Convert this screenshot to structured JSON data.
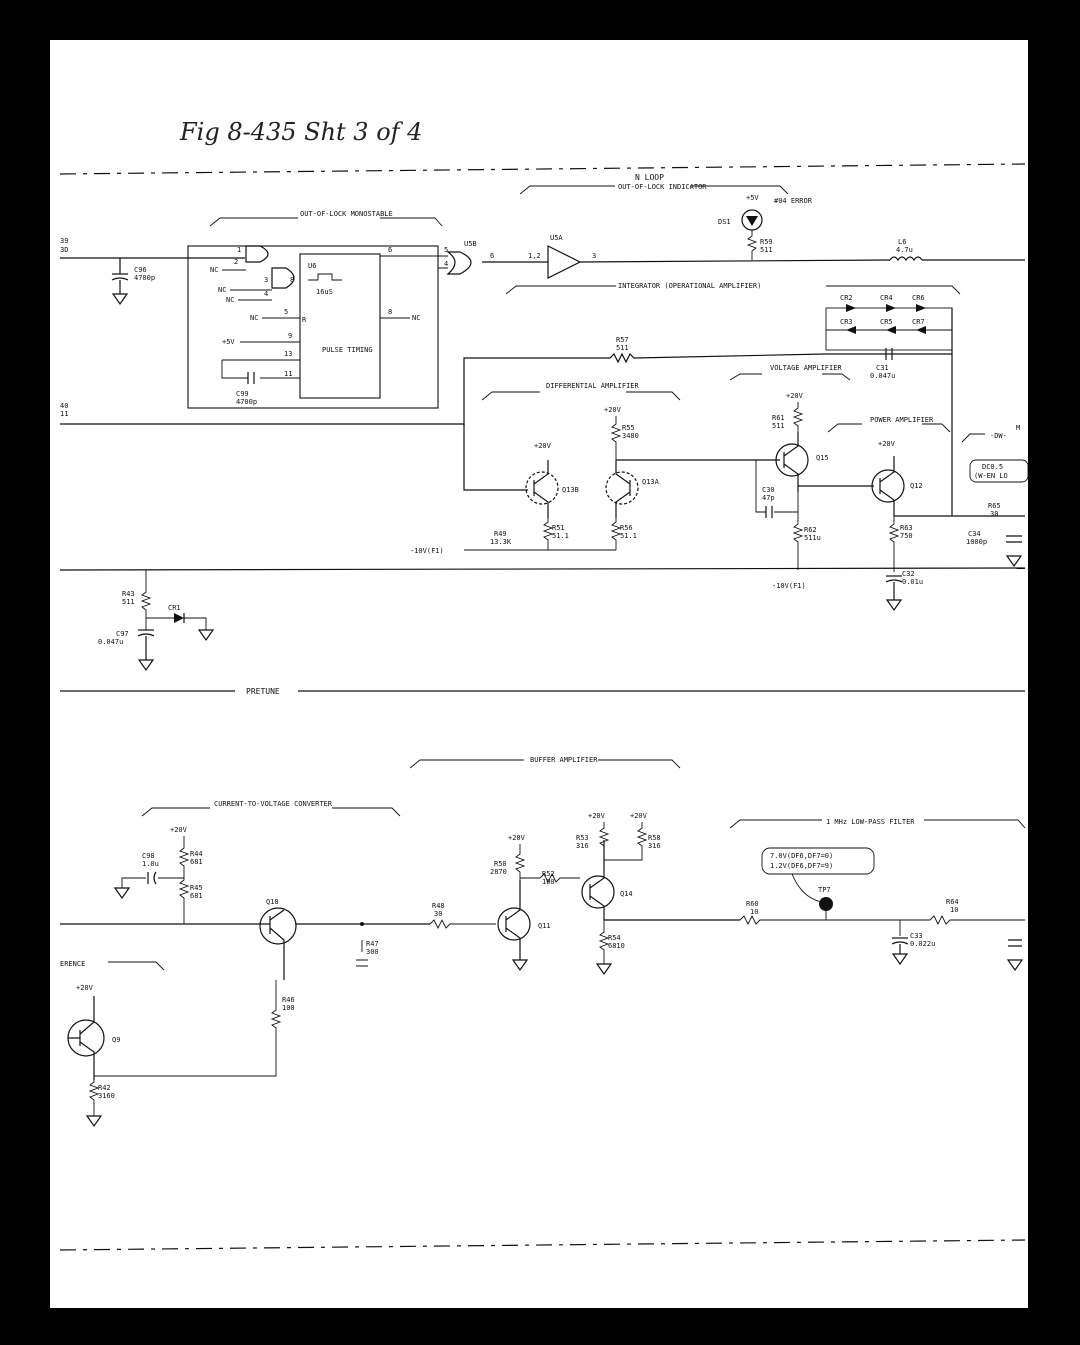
{
  "sheet": {
    "handwritten_note": "Fig 8-435  Sht 3 of 4",
    "section_labels": {
      "n_loop": "N LOOP",
      "out_of_lock_indicator": "OUT-OF-LOCK INDICATOR",
      "out_of_lock_monostable": "OUT-OF-LOCK MONOSTABLE",
      "integrator": "INTEGRATOR (OPERATIONAL AMPLIFIER)",
      "differential_amplifier": "DIFFERENTIAL AMPLIFIER",
      "voltage_amplifier": "VOLTAGE AMPLIFIER",
      "power_amplifier": "POWER AMPLIFIER",
      "pretune": "PRETUNE",
      "buffer_amplifier": "BUFFER AMPLIFIER",
      "current_to_voltage": "CURRENT-TO-VOLTAGE CONVERTER",
      "low_pass_filter": "1 MHz LOW-PASS FILTER",
      "reference": "ERENCE"
    },
    "edge_labels": {
      "in39": "39",
      "in39b": "3D",
      "in40": "40",
      "in40b": "11",
      "right_top_1": "M",
      "right_top_2": "-DW-",
      "right_box_1": "DC0.5",
      "right_box_2": "(W-EN LO"
    },
    "components": {
      "c96": "C96",
      "c96v": "4700p",
      "u5b": "U5B",
      "u5a": "U5A",
      "u6": "U6",
      "u6_pulse": "16uS",
      "pulse_timing": "PULSE TIMING",
      "c99": "C99",
      "c99v": "4700p",
      "ds1": "DS1",
      "error": "#04 ERROR",
      "plus5": "+5V",
      "r59": "R59",
      "r59v": "511",
      "l6": "L6",
      "l6v": "4.7u",
      "cr2": "CR2",
      "cr3": "CR3",
      "cr4": "CR4",
      "cr5": "CR5",
      "cr6": "CR6",
      "cr7": "CR7",
      "r57": "R57",
      "r57v": "511",
      "c31": "C31",
      "c31v": "0.047u",
      "r55": "R55",
      "r55v": "3480",
      "r61": "R61",
      "r61v": "511",
      "q15": "Q15",
      "q12": "Q12",
      "q13a": "Q13A",
      "q13b": "Q13B",
      "c30": "C30",
      "c30v": "47p",
      "r51": "R51",
      "r51v": "51.1",
      "r56": "R56",
      "r56v": "51.1",
      "r49": "R49",
      "r49v": "13.3K",
      "neg10": "-10V(F1)",
      "r62": "R62",
      "r62v": "511u",
      "r63": "R63",
      "r63v": "750",
      "r65": "R65",
      "r65v": "30",
      "c34": "C34",
      "c34v": "1000p",
      "c32": "C32",
      "c32v": "0.01u",
      "r43": "R43",
      "r43v": "511",
      "cr1": "CR1",
      "c97": "C97",
      "c97v": "0.047u",
      "plus20": "+20V",
      "r44": "R44",
      "r44v": "681",
      "r45": "R45",
      "r45v": "681",
      "c98": "C98",
      "c98v": "1.0u",
      "q10": "Q10",
      "r48": "R48",
      "r48v": "30",
      "r47": "R47",
      "r47v": "300",
      "r50": "R50",
      "r50v": "2870",
      "r52": "R52",
      "r52v": "100",
      "q11": "Q11",
      "q14": "Q14",
      "r53": "R53",
      "r53v": "316",
      "r58": "R58",
      "r58v": "316",
      "r54": "R54",
      "r54v": "6810",
      "r46": "R46",
      "r46v": "100",
      "q9": "Q9",
      "r42": "R42",
      "r42v": "3160",
      "r60": "R60",
      "r60v": "10",
      "tp7": "TP7",
      "tp7_note1": "7.0V(DF6,DF7=0)",
      "tp7_note2": "1.2V(DF6,DF7=9)",
      "r64": "R64",
      "r64v": "10",
      "c33": "C33",
      "c33v": "0.022u",
      "nc": "NC"
    },
    "pins": {
      "p1": "1",
      "p2": "2",
      "p3": "3",
      "p4": "4",
      "p5": "5",
      "p6": "6",
      "p8": "8",
      "p9": "9",
      "p11": "11",
      "p13": "13",
      "p12": "1,2",
      "r": "R",
      "b": "B"
    }
  }
}
